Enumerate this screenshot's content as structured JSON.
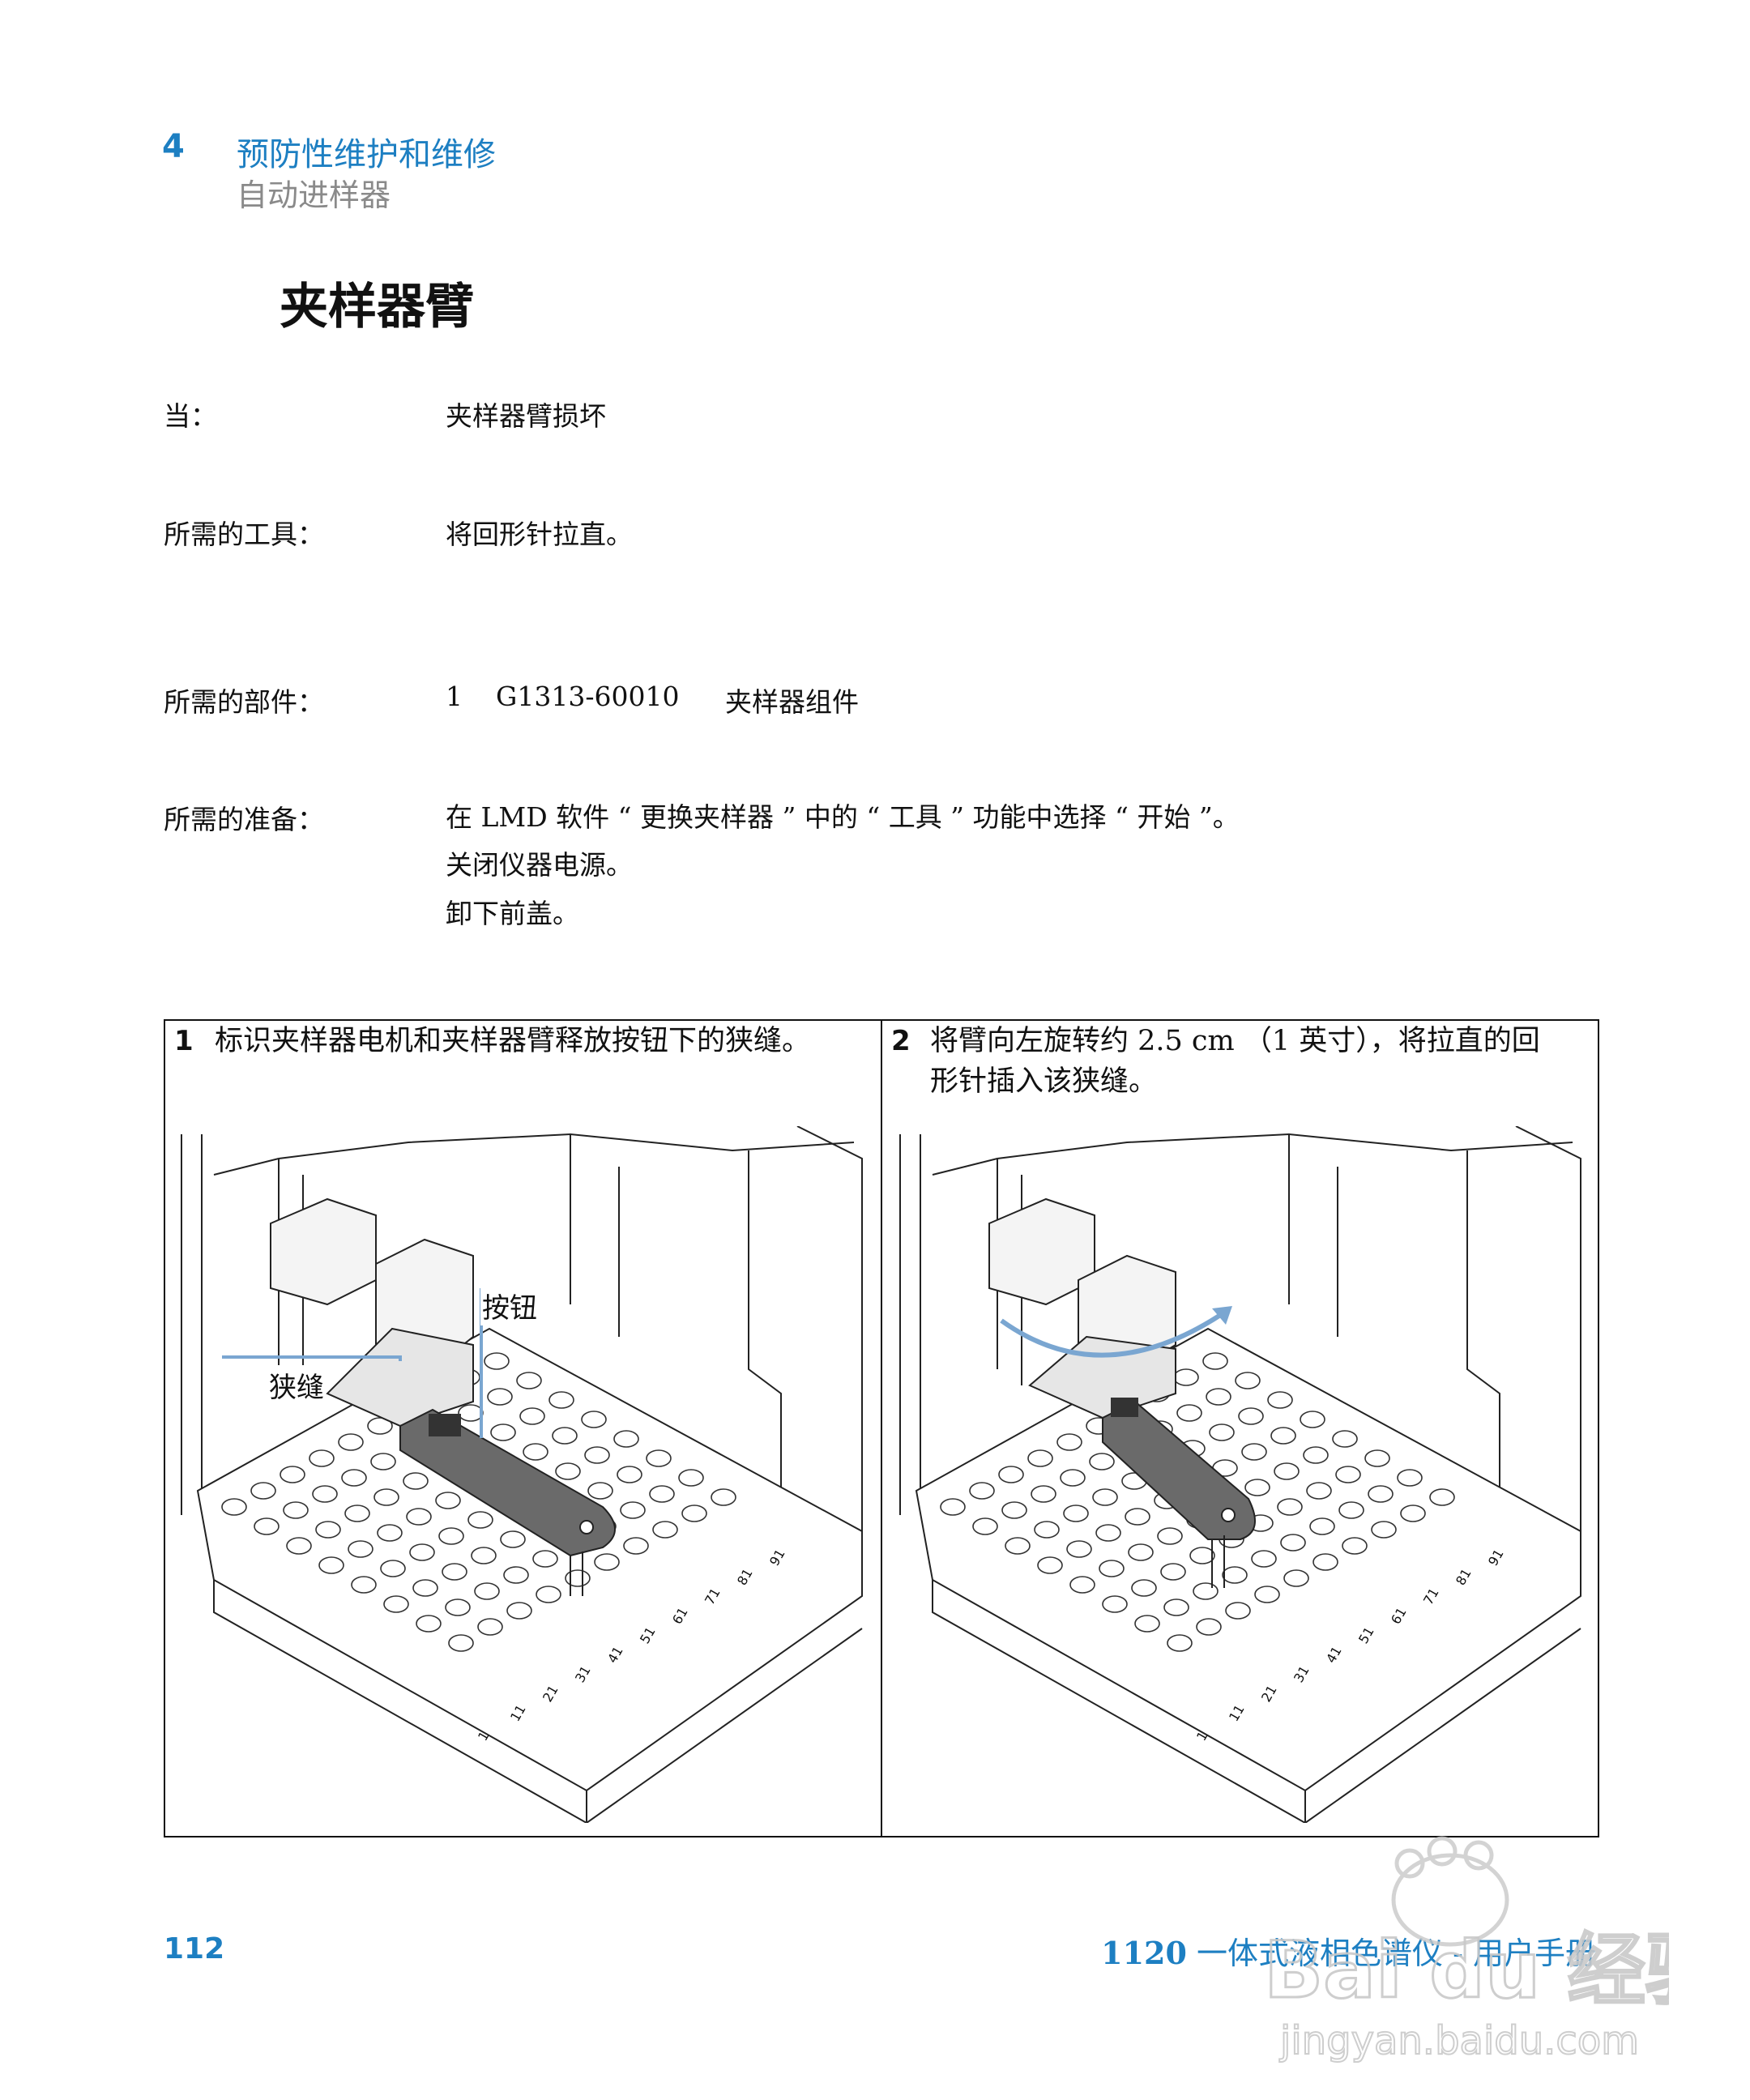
{
  "header": {
    "chapter_number": "4",
    "chapter_title": "预防性维护和维修",
    "section": "自动进样器"
  },
  "section_title": "夹样器臂",
  "rows": {
    "when_label": "当：",
    "when_value": "夹样器臂损坏",
    "tools_label": "所需的工具：",
    "tools_value": "将回形针拉直。",
    "parts_label": "所需的部件：",
    "parts_qty": "1",
    "parts_number": "G1313-60010",
    "parts_desc": "夹样器组件",
    "prep_label": "所需的准备：",
    "prep_lines": [
      "在 LMD 软件 “ 更换夹样器 ” 中的 “ 工具 ” 功能中选择 “ 开始 ”。",
      "关闭仪器电源。",
      "卸下前盖。"
    ]
  },
  "steps": [
    {
      "number": "1",
      "text": "标识夹样器电机和夹样器臂释放按钮下的狭缝。",
      "callouts": [
        "按钮",
        "狭缝"
      ]
    },
    {
      "number": "2",
      "text": "将臂向左旋转约 2.5 cm （1 英寸），将拉直的回形针插入该狭缝。"
    }
  ],
  "tray_labels": [
    "1",
    "11",
    "21",
    "31",
    "41",
    "51",
    "61",
    "71",
    "81",
    "91"
  ],
  "footer": {
    "page_number": "112",
    "product_bold": "1120",
    "product_rest": " 一体式液相色谱仪 - 用户手册"
  },
  "watermark": {
    "brand": "Baidu经验",
    "url": "jingyan.baidu.com"
  },
  "colors": {
    "accent": "#1d7fc2",
    "muted": "#8a8a8a",
    "callout_line": "#7aa6d1"
  }
}
